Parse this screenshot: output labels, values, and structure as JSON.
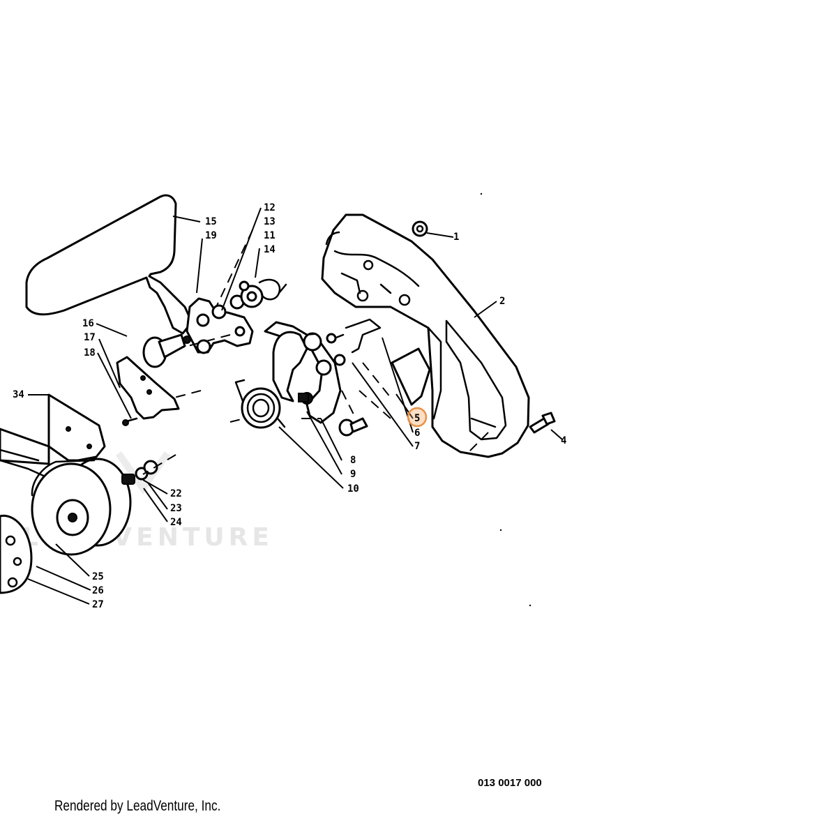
{
  "diagram": {
    "callouts": {
      "c1": "1",
      "c2": "2",
      "c4": "4",
      "c5": "5",
      "c6": "6",
      "c7": "7",
      "c8": "8",
      "c9": "9",
      "c10": "10",
      "c11": "11",
      "c12": "12",
      "c13": "13",
      "c14": "14",
      "c15": "15",
      "c16": "16",
      "c17": "17",
      "c18": "18",
      "c19": "19",
      "c22": "22",
      "c23": "23",
      "c24": "24",
      "c25": "25",
      "c26": "26",
      "c27": "27",
      "c34": "34"
    },
    "highlighted_callout": "5",
    "highlight_color": "#e8924a",
    "watermark": "LEADVENTURE"
  },
  "footer": {
    "part_number": "013 0017 000",
    "credit": "Rendered by LeadVenture, Inc."
  }
}
